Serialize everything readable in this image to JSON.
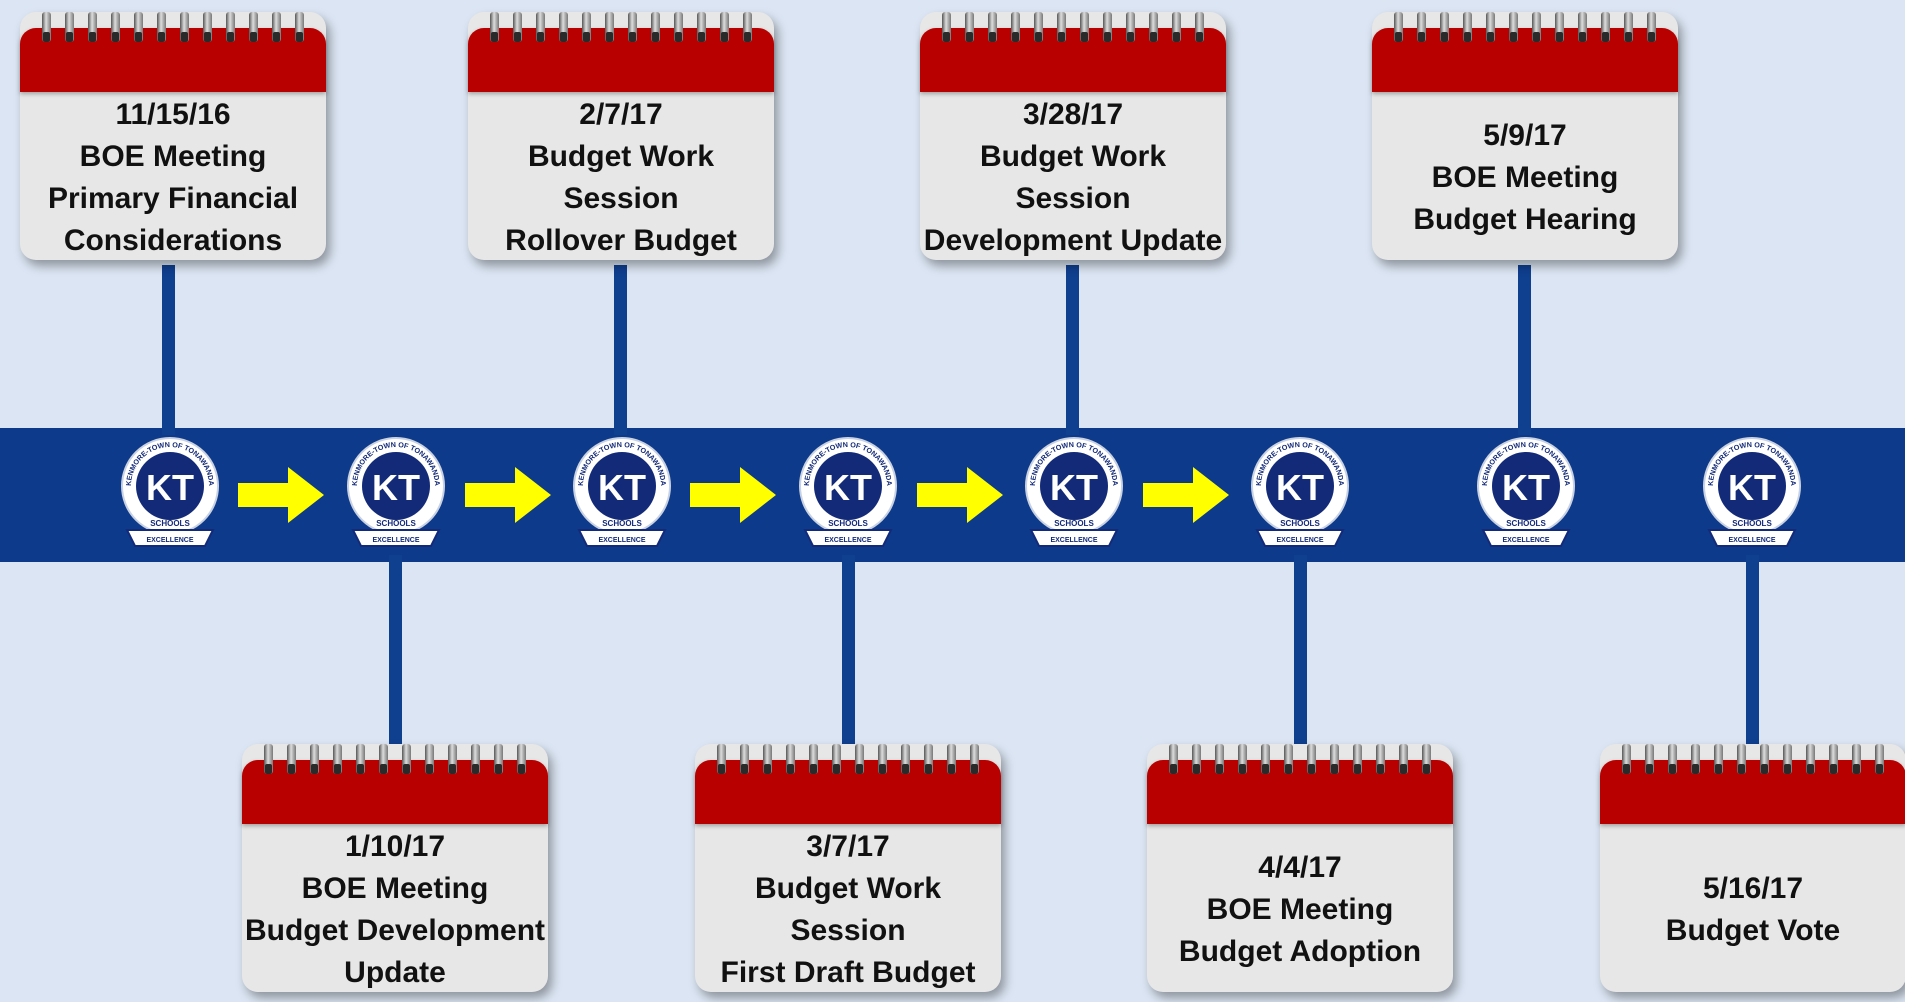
{
  "events": [
    {
      "id": "e1",
      "lines": [
        "11/15/16",
        "BOE Meeting",
        "Primary Financial",
        "Considerations"
      ]
    },
    {
      "id": "e2",
      "lines": [
        "1/10/17",
        "BOE Meeting",
        "Budget Development",
        "Update"
      ]
    },
    {
      "id": "e3",
      "lines": [
        "2/7/17",
        "Budget Work Session",
        "Rollover Budget"
      ]
    },
    {
      "id": "e4",
      "lines": [
        "3/7/17",
        "Budget Work Session",
        "First Draft Budget"
      ]
    },
    {
      "id": "e5",
      "lines": [
        "3/28/17",
        "Budget Work Session",
        "Development Update"
      ]
    },
    {
      "id": "e6",
      "lines": [
        "4/4/17",
        "BOE Meeting",
        "Budget Adoption"
      ]
    },
    {
      "id": "e7",
      "lines": [
        "5/9/17",
        "BOE Meeting",
        "Budget Hearing"
      ]
    },
    {
      "id": "e8",
      "lines": [
        "5/16/17",
        "Budget Vote"
      ]
    }
  ],
  "logo": {
    "top_text": "KENMORE-TOWN OF TONAWANDA",
    "monogram": "KT",
    "bottom_text": "SCHOOLS",
    "banner": "EXCELLENCE"
  },
  "colors": {
    "band": "#0d3a8a",
    "calendar_header": "#b80000",
    "arrow": "#ffff00",
    "background": "#dbe5f3"
  }
}
